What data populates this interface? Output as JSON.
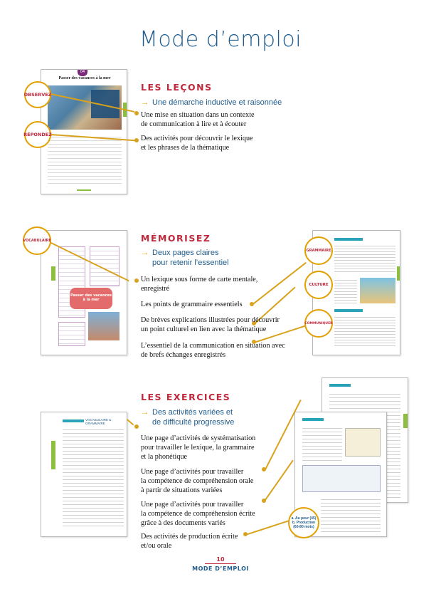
{
  "page": {
    "title": "Mode d’emploi",
    "footer_number": "10",
    "footer_label": "MODE D’EMPLOI"
  },
  "sections": {
    "lessons": {
      "title": "LES LEÇONS",
      "subtitle": [
        "Une démarche inductive et raisonnée"
      ],
      "items": [
        [
          "Une mise en situation dans un contexte",
          "de communication à lire et à écouter"
        ],
        [
          "Des activités pour découvrir le lexique",
          "et les phrases de la thématique"
        ]
      ],
      "badges": [
        "OBSERVEZ",
        "RÉPONDEZ"
      ],
      "thumb_title": "Passer des vacances à la mer",
      "thumb_number": "04"
    },
    "memorize": {
      "title": "MÉMORISEZ",
      "subtitle": [
        "Deux pages claires",
        "pour retenir l’essentiel"
      ],
      "items": [
        [
          "Un lexique sous forme de carte mentale,",
          "enregistré"
        ],
        [
          "Les points de grammaire essentiels"
        ],
        [
          "De brèves explications illustrées pour découvrir",
          "un point culturel en lien avec la thématique"
        ],
        [
          "L’essentiel de la communication en situation avec",
          "de brefs échanges enregistrés"
        ]
      ],
      "badges": [
        "VOCABULAIRE",
        "GRAMMAIRE",
        "CULTURE",
        "COMMUNIQUER"
      ],
      "thumb_title": "Passer des vacances à la mer"
    },
    "exercises": {
      "title": "LES EXERCICES",
      "subtitle": [
        "Des activités variées et",
        "de difficulté progressive"
      ],
      "items": [
        [
          "Une page d’activités de systématisation",
          "pour travailler le lexique, la grammaire",
          "et la phonétique"
        ],
        [
          "Une page d’activités pour travailler",
          "la compétence de compréhension orale",
          "à partir de situations variées"
        ],
        [
          "Une page d’activités pour travailler",
          "la compétence de compréhension écrite",
          "grâce à des documents variés"
        ],
        [
          "Des activités de production écrite",
          "et/ou orale"
        ]
      ],
      "thumb_header": "VOCABULAIRE & GRAMMAIRE",
      "badge_lines": [
        "a. Au pour (45)",
        "b. Production",
        "(60-80 mots)"
      ]
    }
  }
}
